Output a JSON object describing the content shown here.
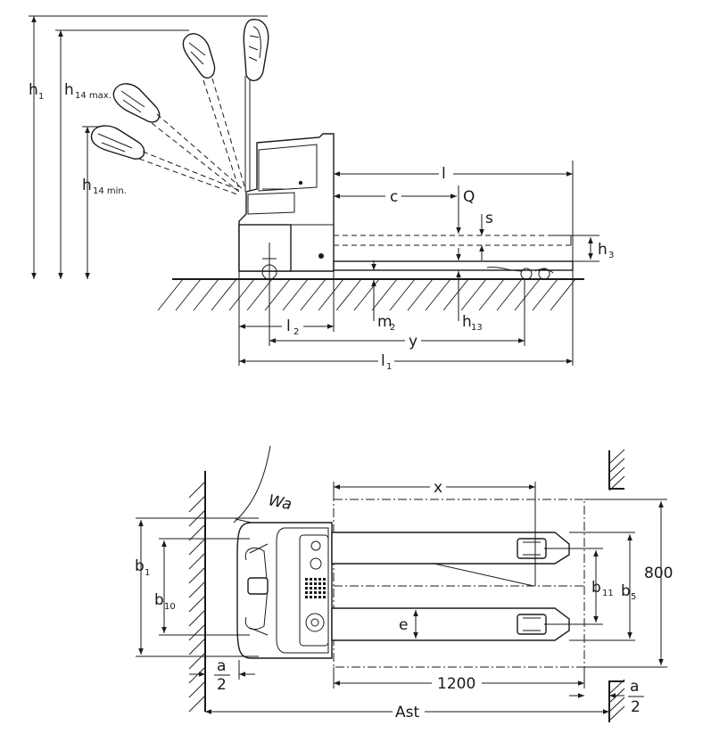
{
  "side_view": {
    "labels": {
      "h1": "h",
      "h1_sub": "1",
      "h14max": "h",
      "h14max_sub": "14 max.",
      "h14min": "h",
      "h14min_sub": "14 min.",
      "l": "l",
      "c": "c",
      "Q": "Q",
      "s": "s",
      "h3": "h",
      "h3_sub": "3",
      "l2": "l",
      "l2_sub": "2",
      "m2": "m",
      "m2_sub": "2",
      "h13": "h",
      "h13_sub": "13",
      "y": "y",
      "l1": "l",
      "l1_sub": "1"
    }
  },
  "top_view": {
    "labels": {
      "x": "x",
      "Wa": "Wa",
      "b1": "b",
      "b1_sub": "1",
      "b10": "b",
      "b10_sub": "10",
      "e": "e",
      "b11": "b",
      "b11_sub": "11",
      "b5": "b",
      "b5_sub": "5",
      "dim800": "800",
      "dim1200": "1200",
      "a_left": "a",
      "two_left": "2",
      "a_right": "a",
      "two_right": "2",
      "Ast": "Ast"
    }
  }
}
